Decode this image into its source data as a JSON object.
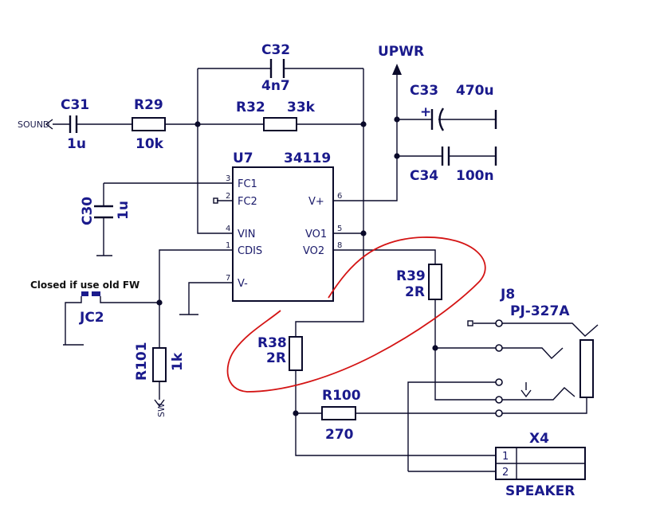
{
  "components": {
    "c31": {
      "ref": "C31",
      "value": "1u"
    },
    "r29": {
      "ref": "R29",
      "value": "10k"
    },
    "c32": {
      "ref": "C32",
      "value": "4n7"
    },
    "r32": {
      "ref": "R32",
      "value": "33k"
    },
    "c33": {
      "ref": "C33",
      "value": "470u",
      "polarity": "+"
    },
    "c34": {
      "ref": "C34",
      "value": "100n"
    },
    "c30": {
      "ref": "C30",
      "value": "1u"
    },
    "u7": {
      "ref": "U7",
      "value": "34119"
    },
    "jc2": {
      "ref": "JC2",
      "note": "Closed if use old FW"
    },
    "r101": {
      "ref": "R101",
      "value": "1k"
    },
    "r39": {
      "ref": "R39",
      "value": "2R"
    },
    "r38": {
      "ref": "R38",
      "value": "2R"
    },
    "r100": {
      "ref": "R100",
      "value": "270"
    },
    "j8": {
      "ref": "J8",
      "value": "PJ-327A"
    },
    "x4": {
      "ref": "X4",
      "value": "SPEAKER",
      "pins": [
        "1",
        "2"
      ]
    }
  },
  "nets": {
    "sound": "SOUND",
    "upwr": "UPWR",
    "sw": "SW"
  },
  "u7_pins": {
    "fc1": {
      "name": "FC1",
      "num": "3"
    },
    "fc2": {
      "name": "FC2",
      "num": "2"
    },
    "vin": {
      "name": "VIN",
      "num": "4"
    },
    "cdis": {
      "name": "CDIS",
      "num": "1"
    },
    "vm": {
      "name": "V-",
      "num": "7"
    },
    "vp": {
      "name": "V+",
      "num": "6"
    },
    "vo1": {
      "name": "VO1",
      "num": "5"
    },
    "vo2": {
      "name": "VO2",
      "num": "8"
    }
  },
  "colors": {
    "ink": "#0a0a2a",
    "label": "#1a1a8c",
    "annotation": "#d41414"
  }
}
